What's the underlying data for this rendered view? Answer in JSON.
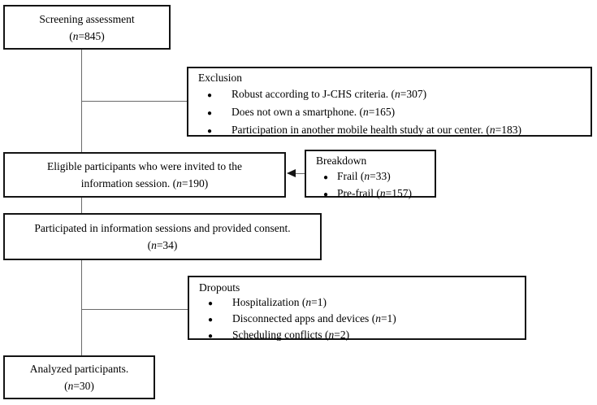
{
  "diagram": {
    "bullet": "●",
    "colors": {
      "background": "#ffffff",
      "border": "#141414",
      "line": "#6a6a6a",
      "text": "#000000"
    },
    "boxes": {
      "screening": {
        "line1": "Screening assessment",
        "n_open": "(",
        "n": "n",
        "n_rest": "=845)"
      },
      "exclusion": {
        "title": "Exclusion",
        "items": [
          {
            "pre": "Robust according to J-CHS criteria. (",
            "n": "n",
            "post": "=307)"
          },
          {
            "pre": "Does not own a smartphone. (",
            "n": "n",
            "post": "=165)"
          },
          {
            "pre": "Participation in another mobile health study at our center. (",
            "n": "n",
            "post": "=183)"
          }
        ]
      },
      "eligible": {
        "line1": "Eligible participants who were invited to the",
        "line2_pre": "information session. (",
        "n": "n",
        "line2_post": "=190)"
      },
      "breakdown": {
        "title": "Breakdown",
        "items": [
          {
            "pre": "Frail (",
            "n": "n",
            "post": "=33)"
          },
          {
            "pre": "Pre-frail (",
            "n": "n",
            "post": "=157)"
          }
        ]
      },
      "participated": {
        "line1": "Participated in information sessions and provided consent.",
        "n_open": "(",
        "n": "n",
        "n_rest": "=34)"
      },
      "dropouts": {
        "title": "Dropouts",
        "items": [
          {
            "pre": "Hospitalization (",
            "n": "n",
            "post": "=1)"
          },
          {
            "pre": "Disconnected apps and devices (",
            "n": "n",
            "post": "=1)"
          },
          {
            "pre": "Scheduling conflicts (",
            "n": "n",
            "post": "=2)"
          }
        ]
      },
      "analyzed": {
        "line1": "Analyzed participants.",
        "n_open": "(",
        "n": "n",
        "n_rest": "=30)"
      }
    }
  }
}
